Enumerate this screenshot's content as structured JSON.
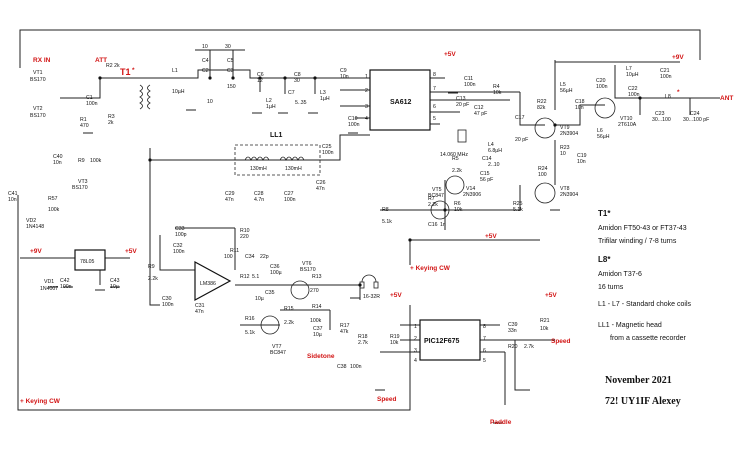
{
  "title_labels": {
    "rx_in": "RX IN",
    "att": "ATT",
    "t1": "T1",
    "t1_star": "*",
    "ant": "ANT"
  },
  "supply_labels": {
    "plus5v": "+5V",
    "plus9v": "+9V",
    "keying_cw": "+ Keying CW"
  },
  "components": {
    "vt1": "VT1",
    "vt1_type": "BS170",
    "vt2": "VT2",
    "vt2_type": "BS170",
    "vt3": "VT3",
    "vt3_type": "BS170",
    "vt5": "VT5",
    "vt5_type": "BC847",
    "vt6": "VT6",
    "vt6_type": "BS170",
    "vt7": "VT7",
    "vt7_type": "BC847",
    "vt8": "VT8",
    "vt8_type": "2N3904",
    "vt9": "VT9",
    "vt9_type": "2N3904",
    "vt10": "VT10",
    "vt10_type": "2T610A",
    "v14": "V14",
    "v14_type": "2N3906",
    "r1": "R1",
    "r1_val": "470",
    "r2": "R2 2k",
    "r3": "R3",
    "r3_val": "2k",
    "r4": "R4",
    "r4_val": "10k",
    "r5": "R5",
    "r5_val": "2.2k",
    "r6": "R6",
    "r6_val": "10k",
    "r7": "R7",
    "r7_val": "2.2k",
    "r8": "R8",
    "r8_val": "5.1k",
    "r9": "R9",
    "r9_val": "2.2k",
    "r9b": "R9",
    "r9b_val": "100k",
    "r10": "R10",
    "r10_val": "220",
    "r11": "R11",
    "r11_val": "100",
    "r12": "R12",
    "r12_val": "5.1",
    "r13": "R13",
    "r13_val": "270",
    "r14": "R14",
    "r14_val": "100k",
    "r15": "R15",
    "r15_val": "2.2k",
    "r16": "R16",
    "r16_val": "5.1k",
    "r17": "R17",
    "r17_val": "47k",
    "r18": "R18",
    "r18_val": "2.7k",
    "r19": "R19",
    "r19_val": "10k",
    "r20": "R20",
    "r20_val": "2.7k",
    "r21": "R21",
    "r21_val": "10k",
    "r22": "R22",
    "r22_val": "82k",
    "r23": "R23",
    "r23_val": "10",
    "r24": "R24",
    "r24_val": "100",
    "r25": "R25",
    "r25_val": "5.1k",
    "r57": "R57",
    "r57_val": "100k",
    "c1": "C1",
    "c1_val": "100n",
    "c2": "C2",
    "c2_val": "10",
    "c3": "C3",
    "c3_val": "150",
    "c4": "C4",
    "c4_val": "10",
    "c5": "C5",
    "c5_val": "30",
    "c6": "C6",
    "c6_val": "12",
    "c7": "C7",
    "c7_val": "5..35",
    "c8": "C8",
    "c8_val": "30",
    "c9": "C9",
    "c9_val": "10n",
    "c10": "C10",
    "c10_val": "100n",
    "c11": "C11",
    "c11_val": "100n",
    "c12": "C12",
    "c12_val": "47 pF",
    "c13": "C13",
    "c13_val": "20 pF",
    "c14": "C14",
    "c14_val": "2..10",
    "c15": "C15",
    "c15_val": "56 pF",
    "c16": "C16",
    "c16_val": "1n",
    "c17": "C17",
    "c17_val": "20 pF",
    "c18": "C18",
    "c18_val": "10n",
    "c19": "C19",
    "c19_val": "10n",
    "c20": "C20",
    "c20_val": "100n",
    "c21": "C21",
    "c21_val": "100n",
    "c22": "C22",
    "c22_val": "100n",
    "c23": "C23",
    "c23_val": "30...100",
    "c24": "C24",
    "c24_val": "30...100 pF",
    "c25": "C25",
    "c25_val": "100n",
    "c26": "C26",
    "c26_val": "47n",
    "c27": "C27",
    "c27_val": "100n",
    "c28": "C28",
    "c28_val": "4.7n",
    "c29": "C29",
    "c29_val": "47n",
    "c30": "C30",
    "c30_val": "100n",
    "c31": "C31",
    "c31_val": "47n",
    "c32": "C32",
    "c32_val": "100n",
    "c33": "C33",
    "c33_val": "100p",
    "c34": "C34",
    "c34_val": "22p",
    "c35": "C35",
    "c35_val": "10µ",
    "c36": "C36",
    "c36_val": "100µ",
    "c37": "C37",
    "c37_val": "10µ",
    "c38": "C38",
    "c38_val": "100n",
    "c39": "C39",
    "c39_val": "33n",
    "c40": "C40",
    "c40_val": "10n",
    "c41": "C41",
    "c41_val": "10n",
    "c42": "C42",
    "c42_val": "100n",
    "c43": "C43",
    "c43_val": "10µ",
    "l1": "L1",
    "l1_val": "10µH",
    "l2": "L2",
    "l2_val": "1µH",
    "l3": "L3",
    "l3_val": "1µH",
    "l4": "L4",
    "l4_val": "6.8µH",
    "l5": "L5",
    "l5_val": "56µH",
    "l6": "L6",
    "l6_val": "56µH",
    "l7": "L7",
    "l7_val": "10µH",
    "l8": "L8",
    "l8_star": "*",
    "ll1": "LL1",
    "ll1_a": "130mH",
    "ll1_b": "130mH",
    "vd1": "VD1",
    "vd1_val": "1N4007",
    "vd2": "VD2",
    "vd2_val": "1N4148",
    "u_78l05": "78L05",
    "u_sa612": "SA612",
    "u_lm386": "LM386",
    "u_pic": "PIC12F675",
    "xtal": "14.060 MHz",
    "phones": "16-32R",
    "sidetone": "Sidetone",
    "speed": "Speed",
    "paddle": "Paddle"
  },
  "notes": {
    "t1_title": "T1*",
    "t1_line1": "Amidon FT50-43 or FT37-43",
    "t1_line2": "Trifilar winding / 7-8 turns",
    "l8_title": "L8*",
    "l8_line1": "Amidon T37-6",
    "l8_line2": "16 turns",
    "chokes": "L1 - L7 - Standard choke coils",
    "ll1_line1": "LL1 - Magnetic head",
    "ll1_line2": "from a cassette recorder",
    "date": "November  2021",
    "author": "72! UY1IF Alexey"
  }
}
